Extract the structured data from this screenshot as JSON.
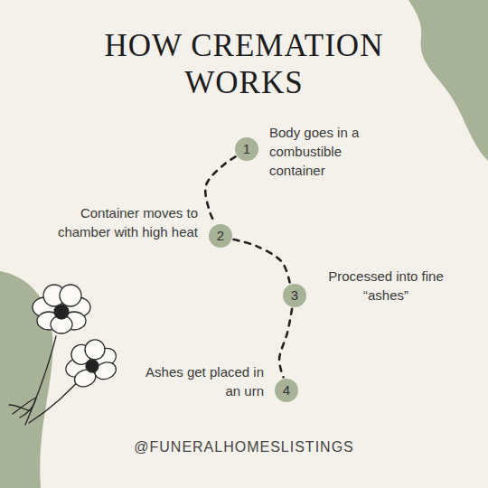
{
  "diagram": {
    "title": "HOW CREMATION WORKS",
    "nodes": [
      {
        "text": [
          "1",
          "Body goes in a combustible container"
        ]
      },
      {
        "text": [
          "2",
          "Container moves to chamber with high heat"
        ]
      },
      {
        "text": [
          "3",
          "Processed into fine “ashes”"
        ]
      },
      {
        "text": [
          "4",
          "Ashes get placed in an urn"
        ]
      }
    ],
    "edges": [
      {
        "from": 0,
        "to": 1,
        "arrow": "none"
      },
      {
        "from": 1,
        "to": 2,
        "arrow": "none"
      },
      {
        "from": 2,
        "to": 3,
        "arrow": "none"
      }
    ],
    "labels": [
      "@FUNERALHOMESLISTINGS"
    ]
  }
}
